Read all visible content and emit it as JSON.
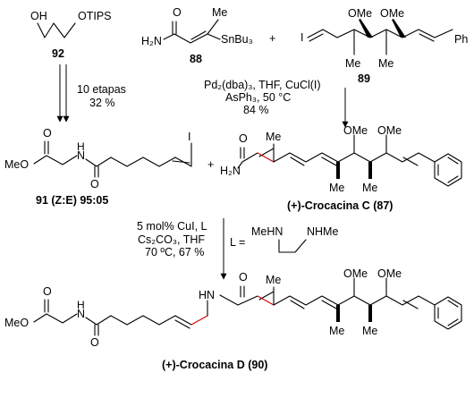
{
  "compound_92": {
    "oh": "OH",
    "otips": "OTIPS",
    "number": "92"
  },
  "compound_88": {
    "o": "O",
    "h2n": "H₂N",
    "me": "Me",
    "snbu3": "SnBu₃",
    "number": "88"
  },
  "plus_1": "+",
  "compound_89": {
    "i": "I",
    "ome": "OMe",
    "me": "Me",
    "ph": "Ph",
    "number": "89"
  },
  "step_1": {
    "line1": "10 etapas",
    "line2": "32 %"
  },
  "step_2": {
    "line1": "Pd₂(dba)₃, THF, CuCl(I)",
    "line2": "AsPh₃, 50 °C",
    "line3": "84 %"
  },
  "compound_91": {
    "o": "O",
    "meo": "MeO",
    "nh": "N",
    "h": "H",
    "i": "I",
    "label_num": "91",
    "label_iso": "(Z:E) 95:05"
  },
  "plus_2": "+",
  "crocacin_c": {
    "o": "O",
    "h2n": "H₂N",
    "me": "Me",
    "ome": "OMe",
    "label": "(+)-Crocacina C",
    "number": "87"
  },
  "step_3": {
    "line1": "5 mol% CuI, L",
    "line2": "Cs₂CO₃, THF",
    "line3": "70 ºC, 67 %",
    "ligand_eq": "L =",
    "ligand_left": "MeHN",
    "ligand_right": "NHMe"
  },
  "crocacin_d": {
    "o": "O",
    "meo": "MeO",
    "nh": "N",
    "h": "H",
    "hn": "HN",
    "me": "Me",
    "ome": "OMe",
    "label": "(+)-Crocacina D",
    "number": "90"
  }
}
